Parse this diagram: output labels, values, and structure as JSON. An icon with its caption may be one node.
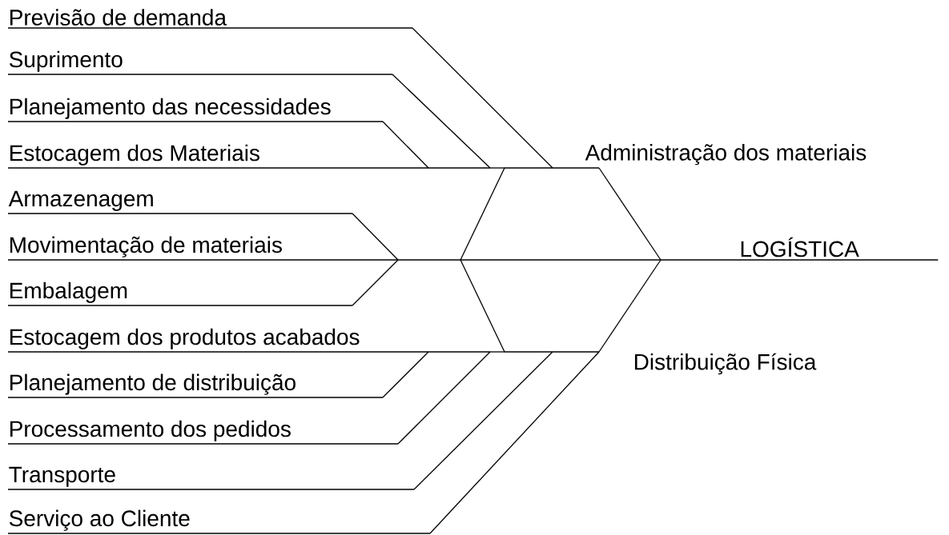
{
  "diagram": {
    "nodes": [
      {
        "text": [
          "Previsão de demanda"
        ]
      },
      {
        "text": [
          "Suprimento"
        ]
      },
      {
        "text": [
          "Planejamento das necessidades"
        ]
      },
      {
        "text": [
          "Estocagem dos Materiais"
        ]
      },
      {
        "text": [
          "Armazenagem"
        ]
      },
      {
        "text": [
          "Movimentação de materiais"
        ]
      },
      {
        "text": [
          "Embalagem"
        ]
      },
      {
        "text": [
          "Estocagem dos produtos acabados"
        ]
      },
      {
        "text": [
          "Planejamento de distribuição"
        ]
      },
      {
        "text": [
          "Processamento dos pedidos"
        ]
      },
      {
        "text": [
          "Transporte"
        ]
      },
      {
        "text": [
          "Serviço ao Cliente"
        ]
      },
      {
        "text": [
          "Administração dos materiais"
        ]
      },
      {
        "text": [
          "LOGÍSTICA"
        ]
      },
      {
        "text": [
          "Distribuição Física"
        ]
      }
    ],
    "edges": [
      {
        "from": 0,
        "to": 12,
        "arrow": "none"
      },
      {
        "from": 1,
        "to": 12,
        "arrow": "none"
      },
      {
        "from": 2,
        "to": 12,
        "arrow": "none"
      },
      {
        "from": 3,
        "to": 12,
        "arrow": "none"
      },
      {
        "from": 4,
        "to": 12,
        "arrow": "none"
      },
      {
        "from": 5,
        "to": 12,
        "arrow": "none"
      },
      {
        "from": 6,
        "to": 12,
        "arrow": "none"
      },
      {
        "from": 4,
        "to": 13,
        "arrow": "none"
      },
      {
        "from": 5,
        "to": 13,
        "arrow": "none"
      },
      {
        "from": 6,
        "to": 13,
        "arrow": "none"
      },
      {
        "from": 4,
        "to": 14,
        "arrow": "none"
      },
      {
        "from": 5,
        "to": 14,
        "arrow": "none"
      },
      {
        "from": 6,
        "to": 14,
        "arrow": "none"
      },
      {
        "from": 7,
        "to": 14,
        "arrow": "none"
      },
      {
        "from": 8,
        "to": 14,
        "arrow": "none"
      },
      {
        "from": 9,
        "to": 14,
        "arrow": "none"
      },
      {
        "from": 10,
        "to": 14,
        "arrow": "none"
      },
      {
        "from": 11,
        "to": 14,
        "arrow": "none"
      },
      {
        "from": 12,
        "to": 13,
        "arrow": "none"
      },
      {
        "from": 14,
        "to": 13,
        "arrow": "none"
      }
    ]
  }
}
